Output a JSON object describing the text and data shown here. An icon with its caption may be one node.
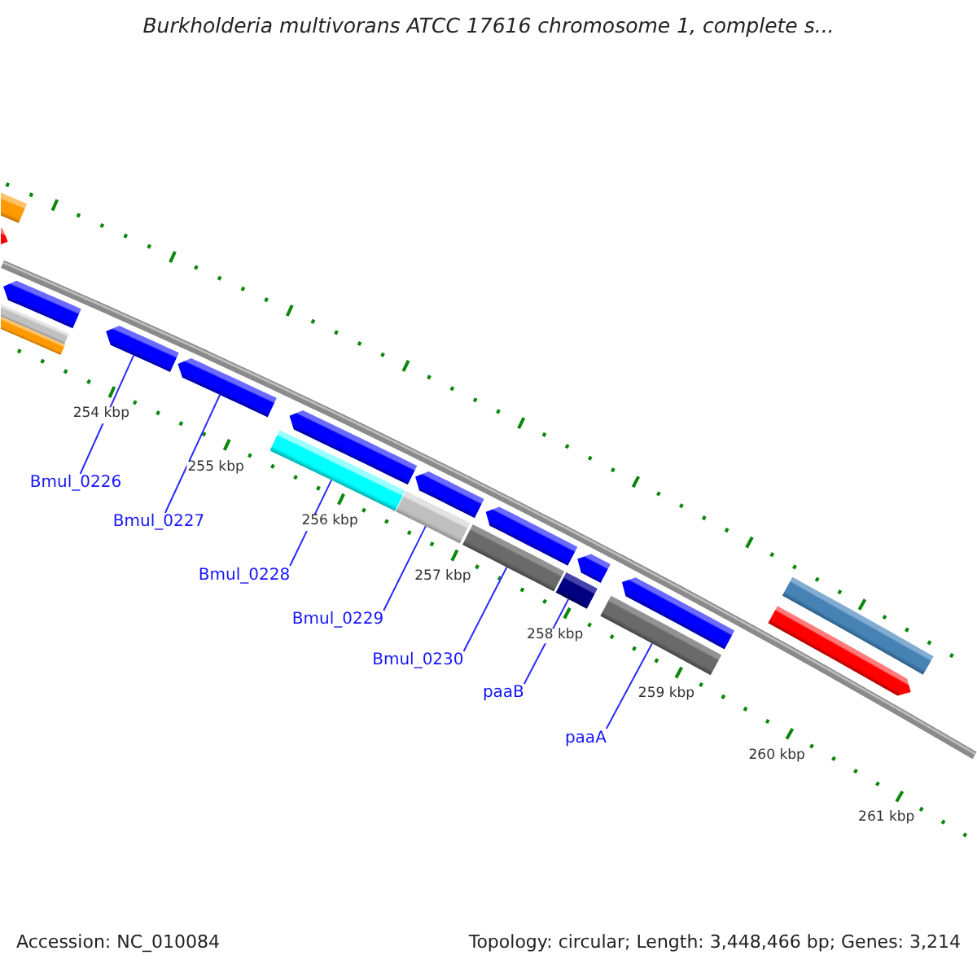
{
  "diagram": {
    "title": "Burkholderia multivorans ATCC 17616 chromosome 1, complete s...",
    "nodes": [
      {
        "text": [],
        "shape": "bar"
      },
      {
        "text": [],
        "shape": "pentagon"
      },
      {
        "text": [],
        "shape": "pentagon"
      },
      {
        "text": [],
        "shape": "bar"
      },
      {
        "text": [],
        "shape": "bar"
      },
      {
        "text": [],
        "shape": "pentagon"
      },
      {
        "text": [],
        "shape": "pentagon"
      },
      {
        "text": [],
        "shape": "pentagon"
      },
      {
        "text": [],
        "shape": "bar"
      },
      {
        "text": [],
        "shape": "pentagon"
      },
      {
        "text": [],
        "shape": "bar"
      },
      {
        "text": [],
        "shape": "pentagon"
      },
      {
        "text": [],
        "shape": "bar"
      },
      {
        "text": [],
        "shape": "pentagon"
      },
      {
        "text": [],
        "shape": "bar"
      },
      {
        "text": [],
        "shape": "pentagon"
      },
      {
        "text": [],
        "shape": "bar"
      },
      {
        "text": [],
        "shape": "bar"
      },
      {
        "text": [],
        "shape": "pentagon"
      },
      {
        "text": [
          "Bmul_0226"
        ]
      },
      {
        "text": [
          "Bmul_0227"
        ]
      },
      {
        "text": [
          "Bmul_0228"
        ]
      },
      {
        "text": [
          "Bmul_0229"
        ]
      },
      {
        "text": [
          "Bmul_0230"
        ]
      },
      {
        "text": [
          "paaB"
        ]
      },
      {
        "text": [
          "paaA"
        ]
      }
    ],
    "edges": [
      {
        "from": 19,
        "to": 5,
        "arrow": "none"
      },
      {
        "from": 20,
        "to": 6,
        "arrow": "none"
      },
      {
        "from": 21,
        "to": 8,
        "arrow": "none"
      },
      {
        "from": 22,
        "to": 10,
        "arrow": "none"
      },
      {
        "from": 23,
        "to": 12,
        "arrow": "none"
      },
      {
        "from": 24,
        "to": 14,
        "arrow": "none"
      },
      {
        "from": 25,
        "to": 16,
        "arrow": "none"
      }
    ],
    "labels": [
      "254 kbp",
      "255 kbp",
      "256 kbp",
      "257 kbp",
      "258 kbp",
      "259 kbp",
      "260 kbp",
      "261 kbp",
      "Accession: NC_010084",
      "Topology: circular; Length: 3,448,466 bp; Genes: 3,214"
    ]
  }
}
